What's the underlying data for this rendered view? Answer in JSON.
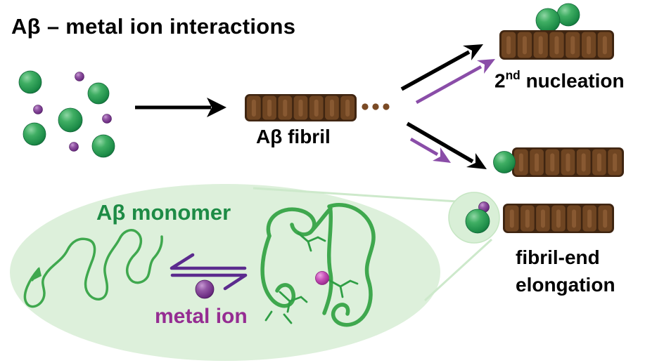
{
  "title": "Aβ – metal ion interactions",
  "pathway": {
    "fibril_label": "Aβ fibril",
    "continuation_dots": "• • •",
    "secondary_nucleation": {
      "base": "2",
      "sup": "nd",
      "rest": " nucleation"
    },
    "fibril_end_elongation": {
      "line1": "fibril-end",
      "line2": "elongation"
    }
  },
  "equilibrium": {
    "monomer_label": "Aβ monomer",
    "metal_ion_label": "metal ion"
  },
  "icons": {
    "green_sphere": "ab-monomer-sphere",
    "purple_sphere": "metal-ion-sphere",
    "magenta_sphere": "bound-metal-ion-sphere",
    "brown_bar": "amyloid-fibril-bar",
    "black_arrow": "reaction-arrow",
    "purple_arrow": "metal-modulated-arrow",
    "harpoons": "equilibrium-arrows",
    "coil": "unstructured-monomer-coil",
    "folded": "metal-bound-folded-monomer",
    "bubble": "zoom-out-bubble"
  },
  "colors": {
    "green_sphere": "#2f9e57",
    "purple_sphere": "#7b3590",
    "magenta_sphere": "#c751b8",
    "fibril_dark": "#3f2511",
    "fibril_mid": "#6f4522",
    "fibril_stripe": "#8d5d35",
    "purple_arrow": "#8a4da8",
    "harpoon_purple": "#5b2b8e",
    "green_text": "#1d8b45",
    "purple_text": "#952d92",
    "ellipse_fill": "#ddf0db",
    "black": "#000000"
  }
}
